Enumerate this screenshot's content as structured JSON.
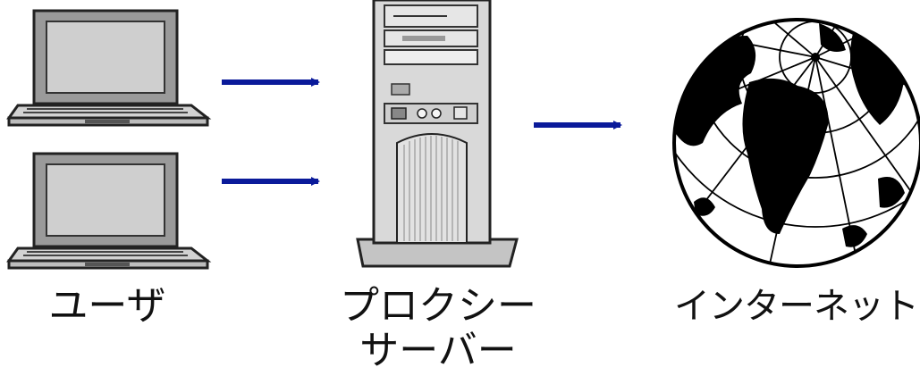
{
  "nodes": {
    "user": {
      "label": "ユーザ"
    },
    "proxy": {
      "label_line1": "プロクシー",
      "label_line2": "サーバー"
    },
    "internet": {
      "label": "インターネット"
    }
  },
  "colors": {
    "arrow": "#0a1a9a",
    "device_fill": "#c8c8c8",
    "outline": "#222222",
    "globe_land": "#000000",
    "globe_sea": "#ffffff"
  }
}
